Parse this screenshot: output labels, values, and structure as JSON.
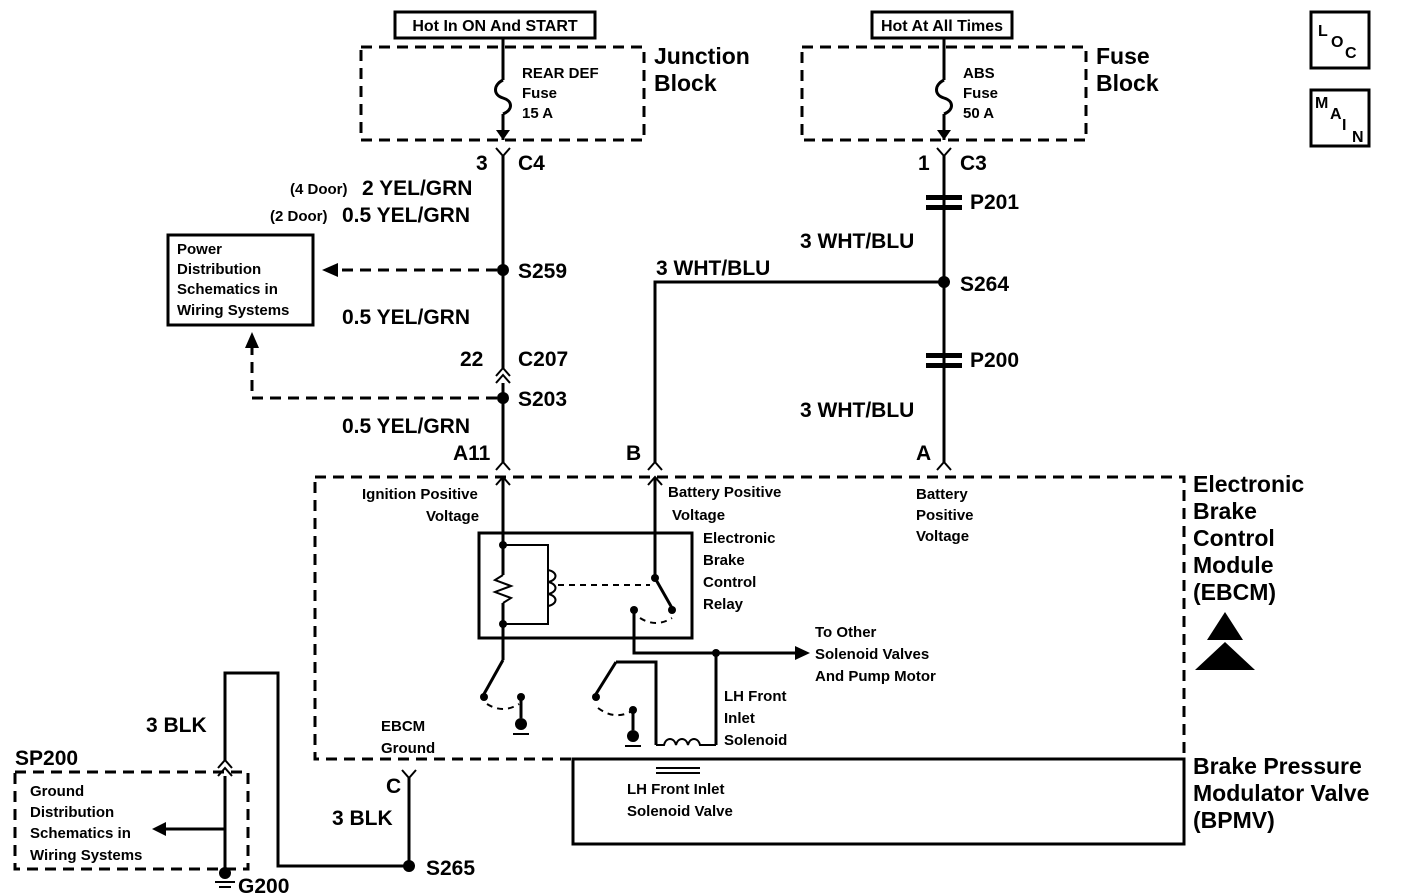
{
  "power_sources": {
    "left": "Hot In ON And START",
    "right": "Hot At All Times"
  },
  "nav_buttons": {
    "loc": [
      "L",
      "O",
      "C"
    ],
    "main": [
      "M",
      "A",
      "I",
      "N"
    ]
  },
  "junction_block": {
    "label_line1": "Junction",
    "label_line2": "Block",
    "fuse_line1": "REAR DEF",
    "fuse_line2": "Fuse",
    "fuse_line3": "15 A"
  },
  "fuse_block": {
    "label_line1": "Fuse",
    "label_line2": "Block",
    "fuse_line1": "ABS",
    "fuse_line2": "Fuse",
    "fuse_line3": "50 A"
  },
  "left_circuit": {
    "pin_c4": "3",
    "conn_c4": "C4",
    "door4_prefix": "(4 Door)",
    "door4_wire": "2 YEL/GRN",
    "door2_prefix": "(2 Door)",
    "door2_wire": "0.5 YEL/GRN",
    "splice_s259": "S259",
    "wire_mid": "0.5 YEL/GRN",
    "pin_c207": "22",
    "conn_c207": "C207",
    "splice_s203": "S203",
    "wire_low": "0.5 YEL/GRN",
    "pin_a11": "A11"
  },
  "power_dist_box": {
    "line1": "Power",
    "line2": "Distribution",
    "line3": "Schematics in",
    "line4": "Wiring Systems"
  },
  "right_circuit": {
    "pin_c3": "1",
    "conn_c3": "C3",
    "conn_p201": "P201",
    "wire_upper": "3 WHT/BLU",
    "splice_s264": "S264",
    "branch_wire": "3 WHT/BLU",
    "conn_p200": "P200",
    "wire_lower": "3 WHT/BLU",
    "pin_a": "A",
    "pin_b": "B"
  },
  "ebcm": {
    "title_line1": "Electronic",
    "title_line2": "Brake",
    "title_line3": "Control",
    "title_line4": "Module",
    "title_line5": "(EBCM)",
    "ign_line1": "Ignition Positive",
    "ign_line2": "Voltage",
    "batt_b_line1": "Battery Positive",
    "batt_b_line2": "Voltage",
    "batt_a_line1": "Battery",
    "batt_a_line2": "Positive",
    "batt_a_line3": "Voltage",
    "relay_line1": "Electronic",
    "relay_line2": "Brake",
    "relay_line3": "Control",
    "relay_line4": "Relay",
    "other_line1": "To Other",
    "other_line2": "Solenoid Valves",
    "other_line3": "And Pump Motor",
    "sol_line1": "LH Front",
    "sol_line2": "Inlet",
    "sol_line3": "Solenoid",
    "ground_line1": "EBCM",
    "ground_line2": "Ground"
  },
  "bpmv": {
    "title_line1": "Brake Pressure",
    "title_line2": "Modulator Valve",
    "title_line3": "(BPMV)",
    "valve_line1": "LH Front Inlet",
    "valve_line2": "Solenoid Valve"
  },
  "ground_circuit": {
    "pin_c": "C",
    "wire_c": "3 BLK",
    "splice_s265": "S265",
    "wire_sp": "3 BLK",
    "sp200": "SP200",
    "gd_line1": "Ground",
    "gd_line2": "Distribution",
    "gd_line3": "Schematics in",
    "gd_line4": "Wiring Systems",
    "ground_g200": "G200"
  }
}
